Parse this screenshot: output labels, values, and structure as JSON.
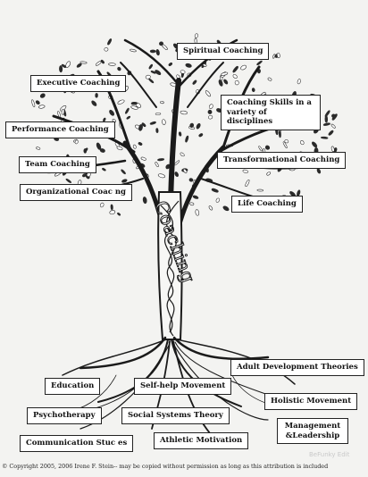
{
  "diagram": {
    "trunk_label": "Coaching",
    "branches": [
      {
        "id": "spiritual",
        "label": "Spiritual Coaching"
      },
      {
        "id": "executive",
        "label": "Executive Coaching"
      },
      {
        "id": "skills",
        "label": "Coaching Skills in a variety of disciplines"
      },
      {
        "id": "performance",
        "label": "Performance Coaching"
      },
      {
        "id": "team",
        "label": "Team Coaching"
      },
      {
        "id": "transformational",
        "label": "Transformational Coaching"
      },
      {
        "id": "organizational",
        "label": "Organizational Coac  ng"
      },
      {
        "id": "life",
        "label": "Life Coaching"
      }
    ],
    "roots": [
      {
        "id": "adult",
        "label": "Adult Development Theories"
      },
      {
        "id": "education",
        "label": "Education"
      },
      {
        "id": "selfhelp",
        "label": "Self-help Movement"
      },
      {
        "id": "holistic",
        "label": "Holistic Movement"
      },
      {
        "id": "psychotherapy",
        "label": "Psychotherapy"
      },
      {
        "id": "social",
        "label": "Social Systems Theory"
      },
      {
        "id": "management",
        "label": "Management &Leadership"
      },
      {
        "id": "communication",
        "label": "Communication Stuc es"
      },
      {
        "id": "athletic",
        "label": "Athletic Motivation"
      }
    ]
  },
  "footer": {
    "copyright": "© Copyright 2005, 2006 Irene F. Stein-- may be copied without permission as long as this attribution is included",
    "watermark": "BeFunky Edit"
  },
  "colors": {
    "background": "#f3f3f1",
    "ink": "#1a1a1a",
    "leaf": "#2a2a2a"
  }
}
